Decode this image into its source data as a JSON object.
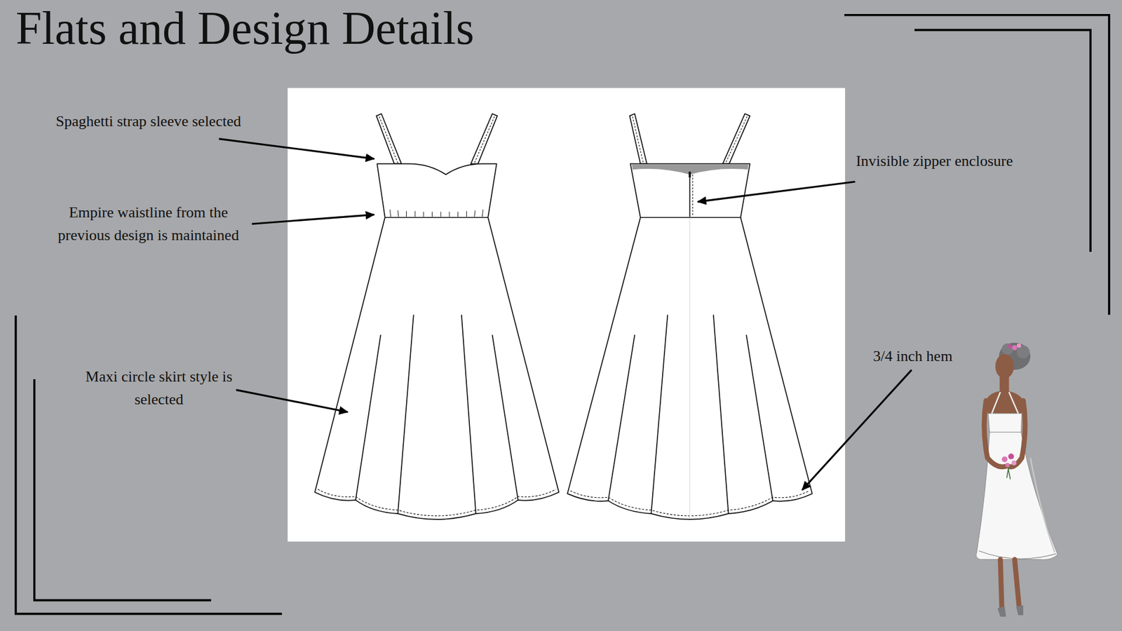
{
  "diagram": {
    "title": "Flats and Design Details",
    "labels": [
      "Spaghetti strap sleeve selected",
      "Empire waistline from the previous design is maintained",
      "Maxi circle skirt style is selected",
      "Invisible zipper enclosure",
      "3/4 inch hem"
    ]
  }
}
